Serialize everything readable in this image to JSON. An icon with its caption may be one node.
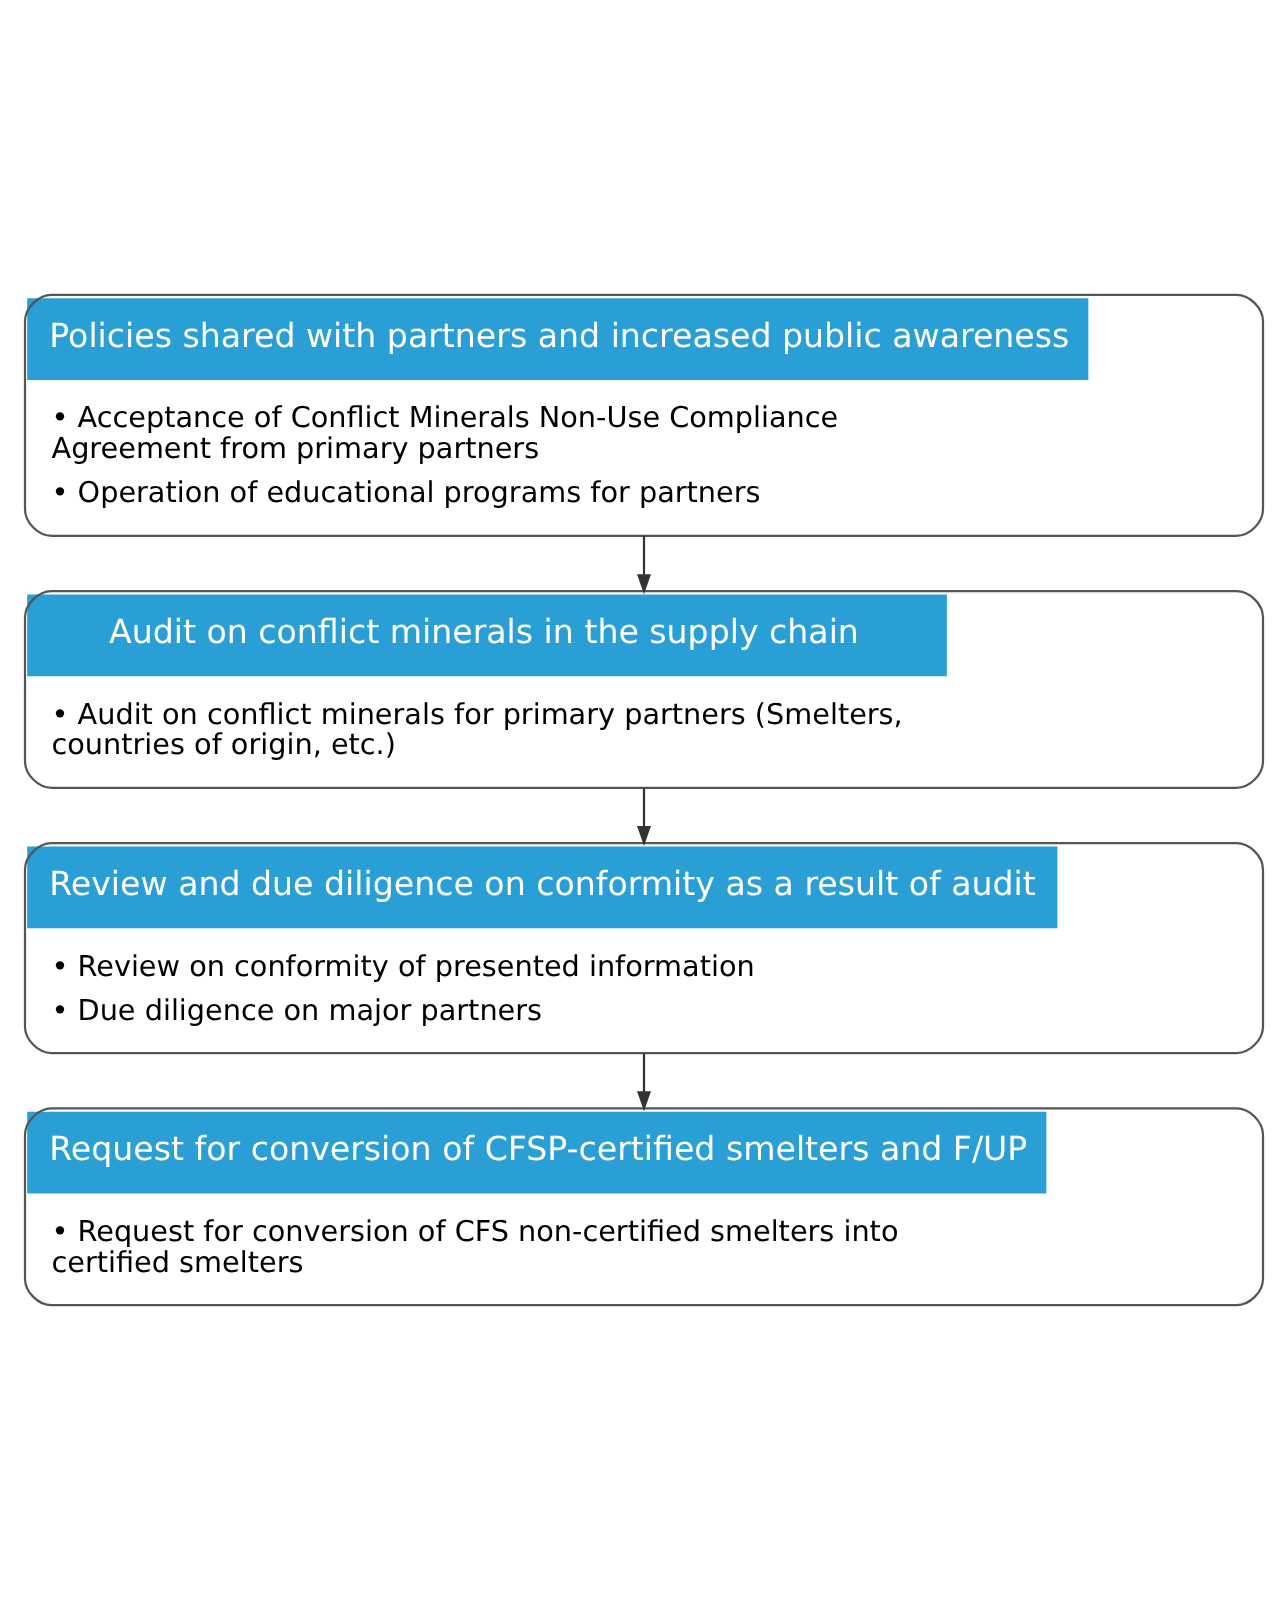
{
  "diagram": {
    "nodes": [
      {
        "text": [
          "Policies shared with partners and increased public awareness",
          "• Acceptance of Conflict Minerals Non-Use Compliance Agreement from primary partners",
          "• Operation of educational programs for partners"
        ]
      },
      {
        "text": [
          "Audit on conflict minerals in the supply chain",
          "• Audit on conflict minerals for primary partners (Smelters, countries of origin, etc.)"
        ]
      },
      {
        "text": [
          "Review and due diligence on conformity as a result of audit",
          "• Review on conformity of presented information",
          "• Due diligence on major partners"
        ]
      },
      {
        "text": [
          "Request for conversion of CFSP-certified smelters and F/UP",
          "• Request for conversion of CFS non-certified smelters into certified smelters"
        ]
      }
    ],
    "edges": [
      {
        "from": 0,
        "to": 1,
        "arrow": "to"
      },
      {
        "from": 1,
        "to": 2,
        "arrow": "to"
      },
      {
        "from": 2,
        "to": 3,
        "arrow": "to"
      }
    ]
  }
}
